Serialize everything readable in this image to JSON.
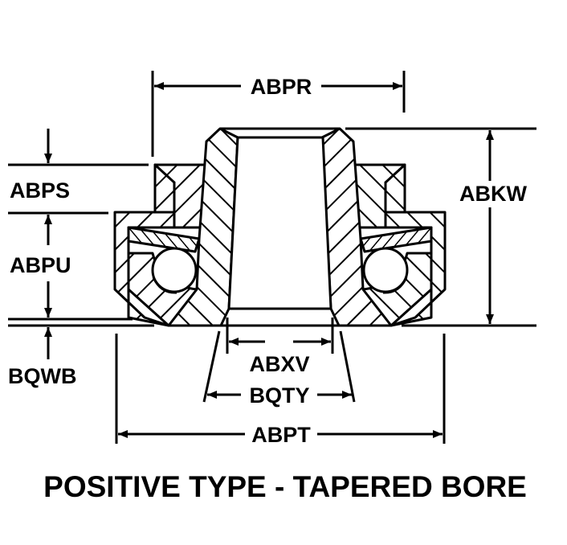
{
  "title": "POSITIVE TYPE - TAPERED BORE",
  "dimensions": {
    "abpr": "ABPR",
    "abkw": "ABKW",
    "abps": "ABPS",
    "abpu": "ABPU",
    "bqwb": "BQWB",
    "abxv": "ABXV",
    "bqty": "BQTY",
    "abpt": "ABPT"
  },
  "colors": {
    "ink": "#000000",
    "background": "#ffffff"
  }
}
